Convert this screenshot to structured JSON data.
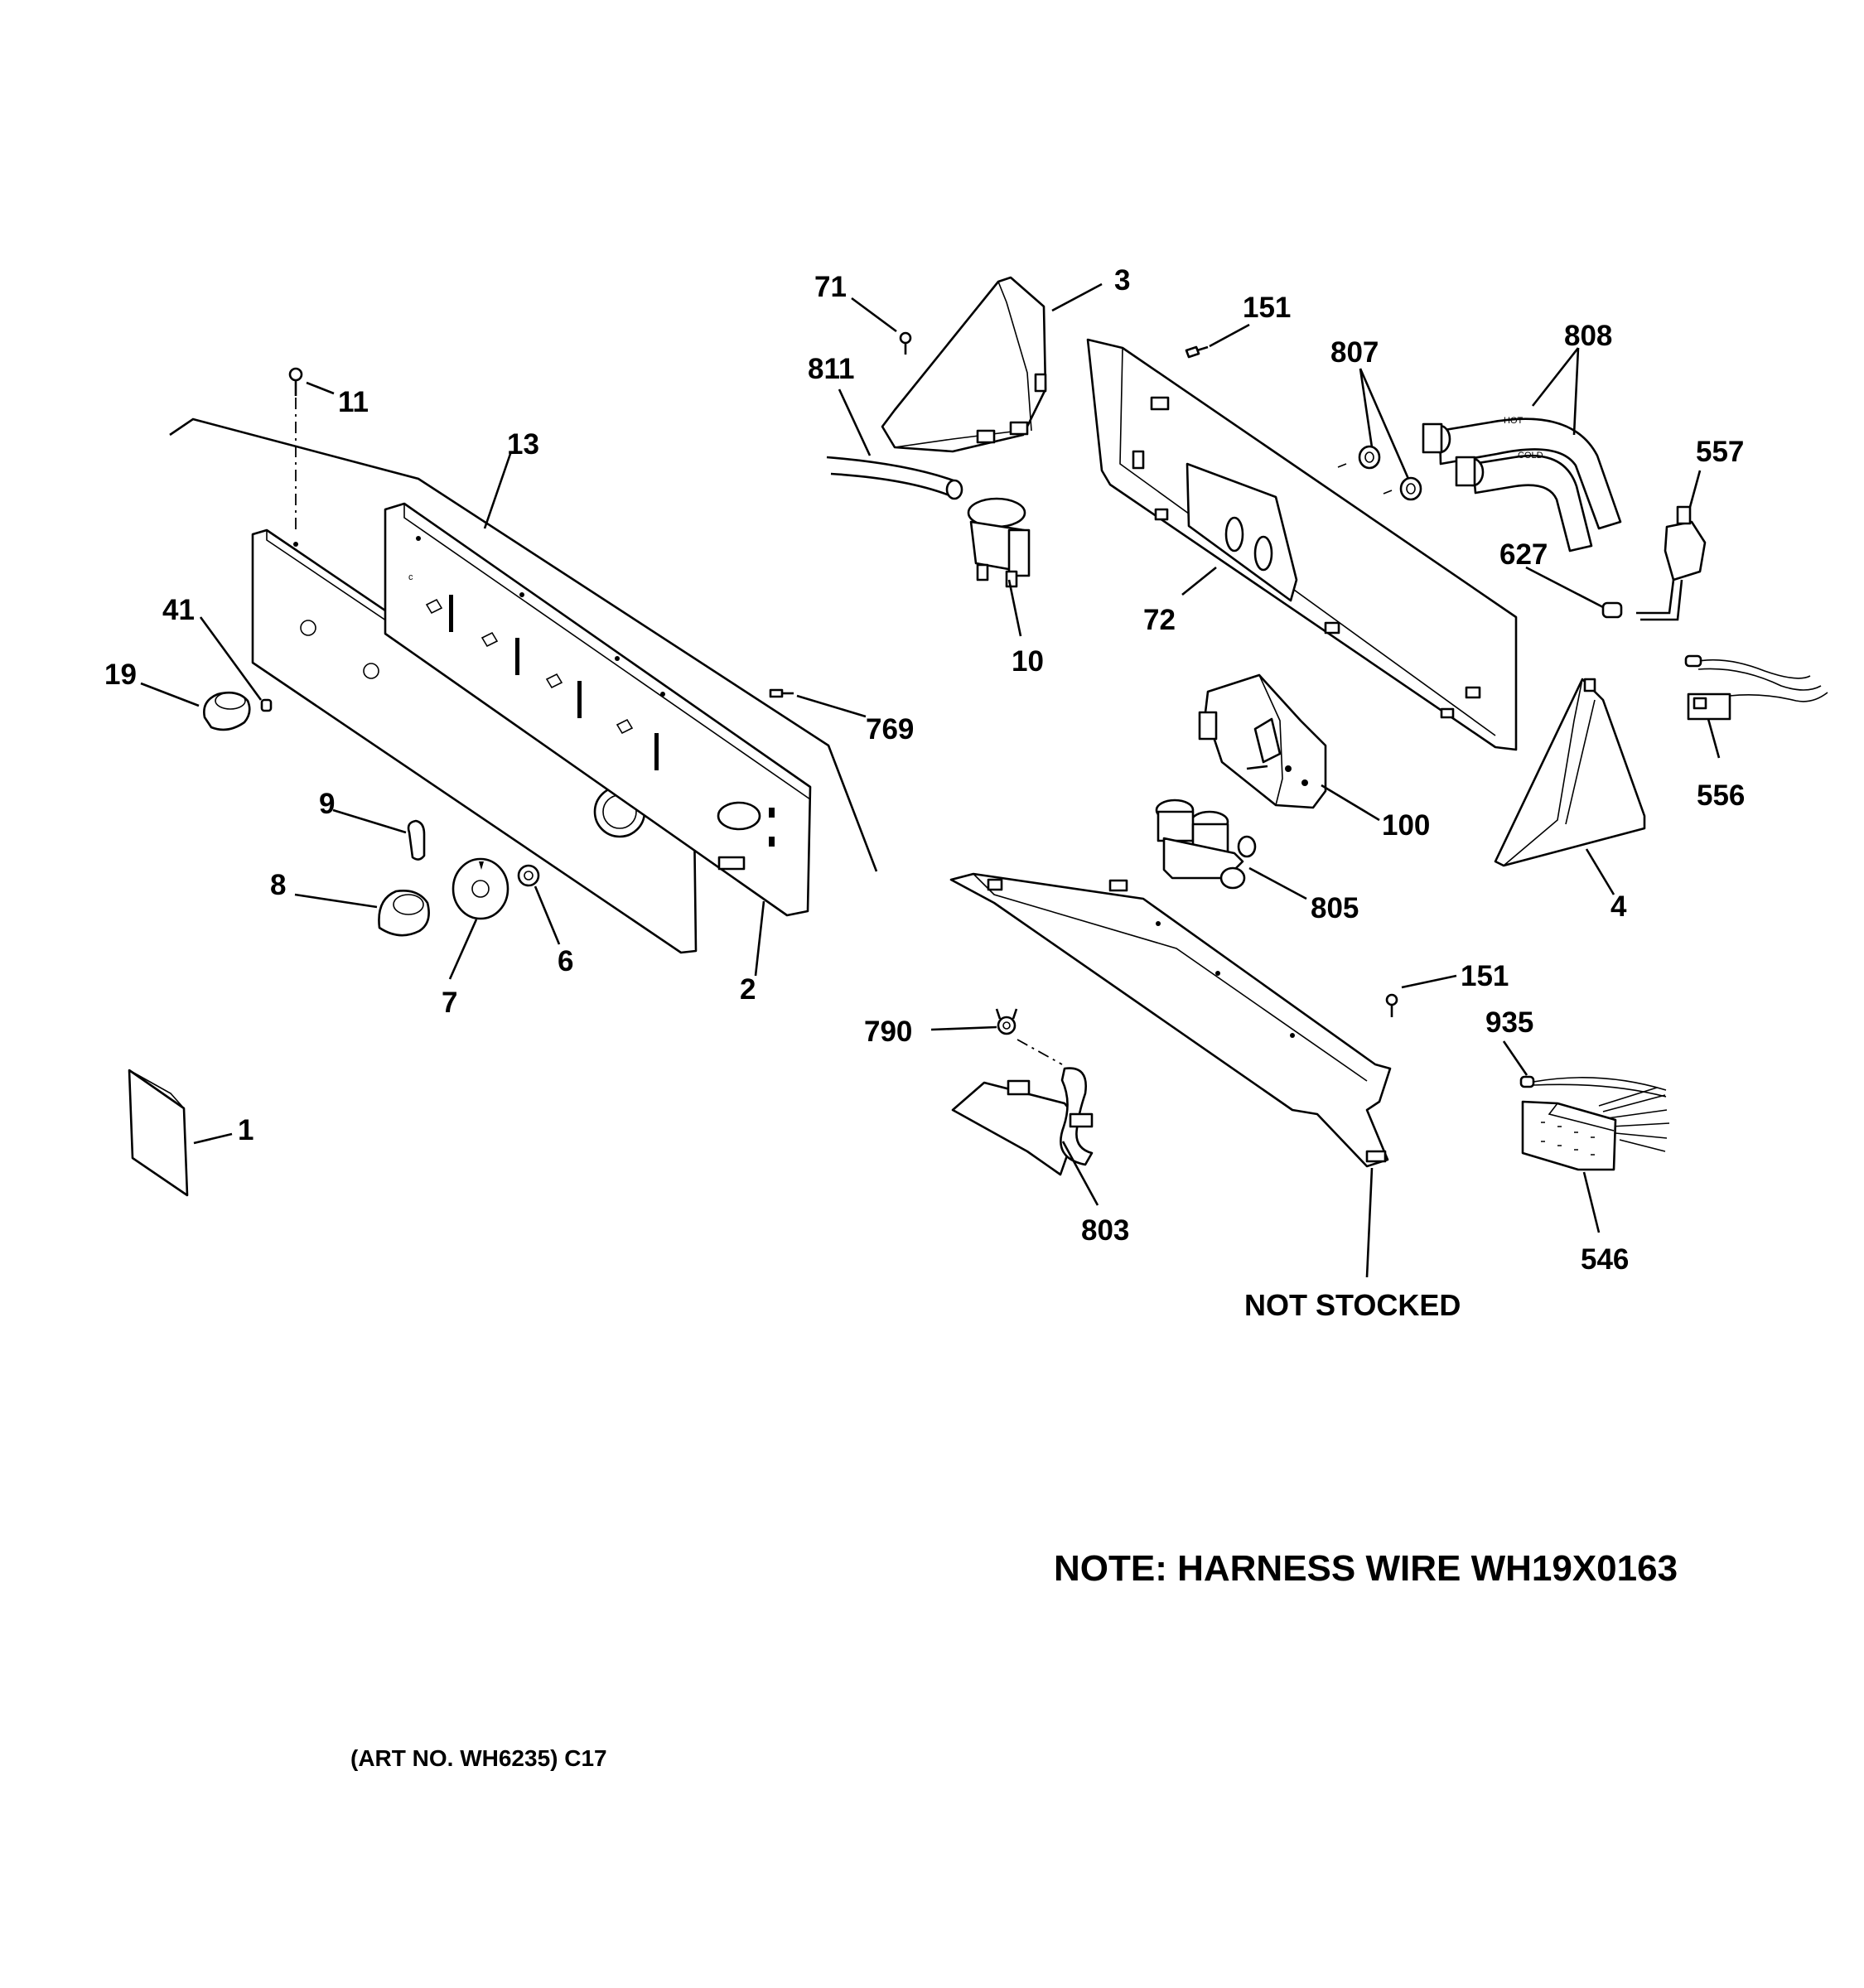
{
  "callouts": [
    "1",
    "2",
    "3",
    "4",
    "6",
    "7",
    "8",
    "9",
    "10",
    "11",
    "13",
    "19",
    "41",
    "71",
    "72",
    "100",
    "151",
    "151",
    "546",
    "556",
    "557",
    "627",
    "769",
    "790",
    "803",
    "805",
    "807",
    "808",
    "811",
    "935"
  ],
  "callout_text": {
    "c1": "1",
    "c2": "2",
    "c3": "3",
    "c4": "4",
    "c6": "6",
    "c7": "7",
    "c8": "8",
    "c9": "9",
    "c10": "10",
    "c11": "11",
    "c13": "13",
    "c19": "19",
    "c41": "41",
    "c71": "71",
    "c72": "72",
    "c100": "100",
    "c151a": "151",
    "c151b": "151",
    "c546": "546",
    "c556": "556",
    "c557": "557",
    "c627": "627",
    "c769": "769",
    "c790": "790",
    "c803": "803",
    "c805": "805",
    "c807": "807",
    "c808": "808",
    "c811": "811",
    "c935": "935"
  },
  "hose_labels": {
    "hot": "HOT",
    "cold": "COLD"
  },
  "not_stocked": "NOT STOCKED",
  "note": "NOTE: HARNESS WIRE WH19X0163",
  "art_no": "(ART NO. WH6235) C17"
}
